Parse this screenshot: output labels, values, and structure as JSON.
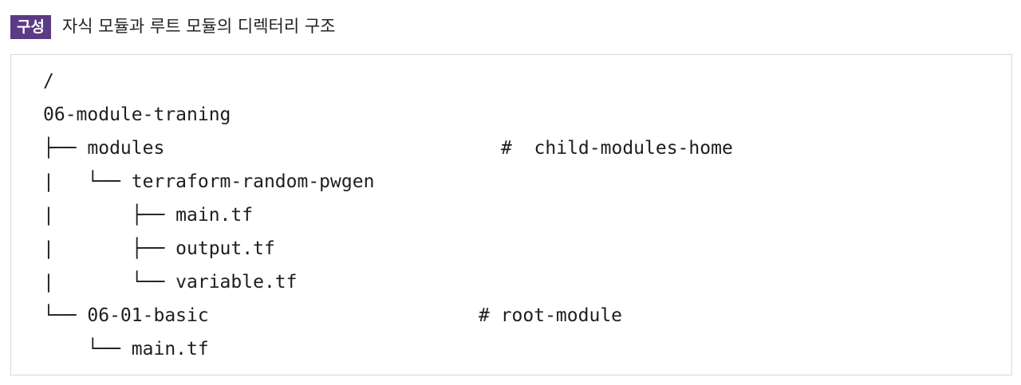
{
  "caption": {
    "badge": "구성",
    "title": "자식 모듈과 루트 모듈의 디렉터리 구조",
    "badge_color": "#5b3a86"
  },
  "tree": {
    "lines": [
      "/",
      "06-module-traning",
      "├── modules",
      "|   └── terraform-random-pwgen",
      "|       ├── main.tf",
      "|       ├── output.tf",
      "|       └── variable.tf",
      "└── 06-01-basic",
      "    └── main.tf"
    ],
    "comments": {
      "modules": "#  child-modules-home",
      "basic": "# root-module"
    }
  }
}
